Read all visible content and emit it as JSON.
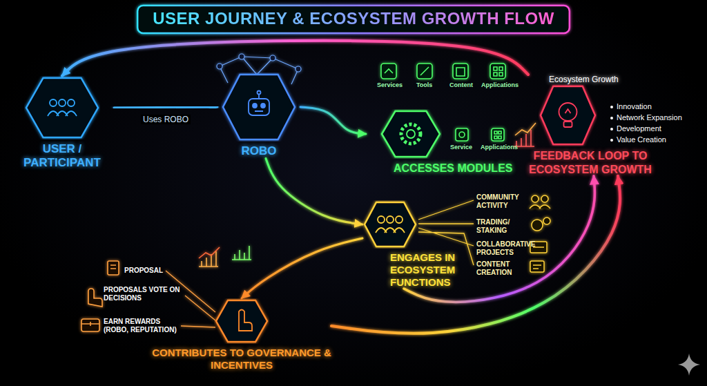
{
  "diagram": {
    "title": "USER JOURNEY & ECOSYSTEM GROWTH FLOW",
    "nodes": [
      {
        "text": [
          "USER / PARTICIPANT"
        ]
      },
      {
        "text": [
          "ROBO"
        ]
      },
      {
        "text": [
          "ACCESSES MODULES"
        ]
      },
      {
        "text": [
          "ENGAGES IN ECOSYSTEM FUNCTIONS"
        ]
      },
      {
        "text": [
          "CONTRIBUTES TO GOVERNANCE & INCENTIVES"
        ]
      },
      {
        "text": [
          "Ecosystem Growth",
          "FEEDBACK LOOP TO ECOSYSTEM GROWTH"
        ]
      }
    ],
    "edges": [
      {
        "from": 0,
        "to": 1,
        "label": "Uses ROBO",
        "arrow": "to"
      },
      {
        "from": 1,
        "to": 2,
        "arrow": "to"
      },
      {
        "from": 1,
        "to": 3,
        "arrow": "to"
      },
      {
        "from": 3,
        "to": 4,
        "arrow": "to"
      },
      {
        "from": 4,
        "to": 5,
        "arrow": "to"
      },
      {
        "from": 3,
        "to": 5,
        "arrow": "to"
      },
      {
        "from": 5,
        "to": 0,
        "arrow": "to"
      }
    ],
    "labels": [
      "Services",
      "Tools",
      "Content",
      "Applications",
      "Service",
      "Applications",
      "COMMUNITY ACTIVITY",
      "TRADING/ STAKING",
      "COLLABORATIVE PROJECTS",
      "CONTENT CREATION",
      "PROPOSAL",
      "PROPOSALS VOTE ON DECISIONS",
      "EARN REWARDS (ROBO, REPUTATION)",
      "Innovation",
      "Network Expansion",
      "Development",
      "Value Creation"
    ]
  }
}
